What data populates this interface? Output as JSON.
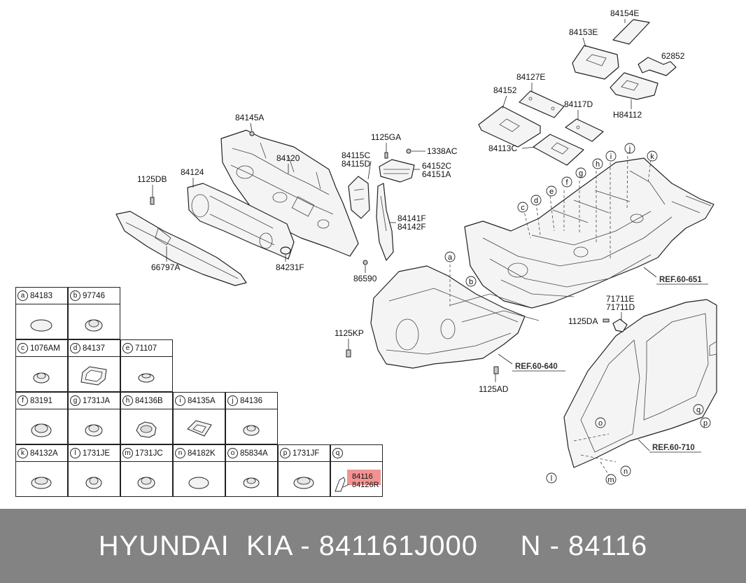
{
  "callouts": {
    "p84154E": "84154E",
    "p84153E": "84153E",
    "p62852": "62852",
    "p84127E": "84127E",
    "p84152": "84152",
    "p84117D": "84117D",
    "pH84112": "H84112",
    "p84113C": "84113C",
    "p84145A": "84145A",
    "p1125GA": "1125GA",
    "p1338AC": "1338AC",
    "p84120": "84120",
    "p84115C": "84115C",
    "p84115D": "84115D",
    "p64152C": "64152C",
    "p64151A": "64151A",
    "p1125DB": "1125DB",
    "p84124": "84124",
    "p84141F": "84141F",
    "p84142F": "84142F",
    "p66797A": "66797A",
    "p84231F": "84231F",
    "p86590": "86590",
    "p71711E": "71711E",
    "p71711D": "71711D",
    "p1125DA": "1125DA",
    "p1125KP": "1125KP",
    "p1125AD": "1125AD"
  },
  "refs": {
    "r651": "REF.60-651",
    "r640": "REF.60-640",
    "r710": "REF.60-710"
  },
  "letters": [
    "a",
    "b",
    "c",
    "d",
    "e",
    "f",
    "g",
    "h",
    "i",
    "j",
    "k",
    "l",
    "m",
    "n",
    "o",
    "p",
    "q"
  ],
  "legend": {
    "cells": [
      {
        "letter": "a",
        "part": "84183"
      },
      {
        "letter": "b",
        "part": "97746"
      },
      {
        "letter": "c",
        "part": "1076AM"
      },
      {
        "letter": "d",
        "part": "84137"
      },
      {
        "letter": "e",
        "part": "71107"
      },
      {
        "letter": "f",
        "part": "83191"
      },
      {
        "letter": "g",
        "part": "1731JA"
      },
      {
        "letter": "h",
        "part": "84136B"
      },
      {
        "letter": "i",
        "part": "84135A"
      },
      {
        "letter": "j",
        "part": "84136"
      },
      {
        "letter": "k",
        "part": "84132A"
      },
      {
        "letter": "l",
        "part": "1731JE"
      },
      {
        "letter": "m",
        "part": "1731JC"
      },
      {
        "letter": "n",
        "part": "84182K"
      },
      {
        "letter": "o",
        "part": "85834A"
      },
      {
        "letter": "p",
        "part": "1731JF"
      },
      {
        "letter": "q",
        "part": ""
      }
    ],
    "q_line1": "84116",
    "q_line2": "84126R",
    "highlight_color": "#f08080"
  },
  "banner": {
    "text": "HYUNDAI  KIA - 841161J000     N - 84116",
    "background": "#838383"
  }
}
